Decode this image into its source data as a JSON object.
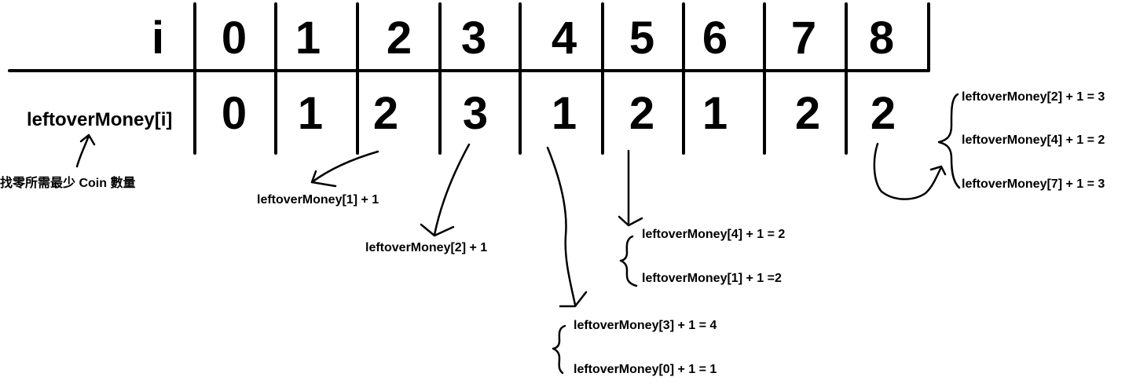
{
  "header_label": "i",
  "row_label": "leftoverMoney[i]",
  "indices": [
    "0",
    "1",
    "2",
    "3",
    "4",
    "5",
    "6",
    "7",
    "8"
  ],
  "values": [
    "0",
    "1",
    "2",
    "3",
    "1",
    "2",
    "1",
    "2",
    "2"
  ],
  "caption": "找零所需最少 Coin 數量",
  "annotations": {
    "idx2": "leftoverMoney[1] + 1",
    "idx3": "leftoverMoney[2] + 1",
    "idx4_a": "leftoverMoney[3] + 1 = 4",
    "idx4_b": "leftoverMoney[0] + 1 = 1",
    "idx5_a": "leftoverMoney[4] + 1 = 2",
    "idx5_b": "leftoverMoney[1] + 1 =2",
    "idx8_a": "leftoverMoney[2] + 1 = 3",
    "idx8_b": "leftoverMoney[4] + 1 = 2",
    "idx8_c": "leftoverMoney[7] + 1 = 3"
  }
}
